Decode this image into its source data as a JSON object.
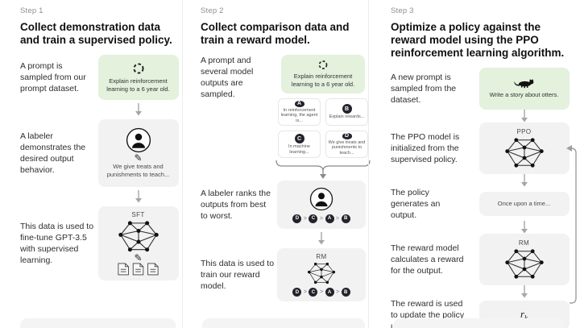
{
  "colors": {
    "prompt_box_green": "#e3f1dd",
    "model_box_gray": "#f2f2f2",
    "rank_circle_dark": "#23232b"
  },
  "icons": {
    "pencil_glyph": "✎"
  },
  "step1": {
    "label": "Step 1",
    "title": "Collect demonstration data and train a supervised policy.",
    "prompt_caption": "A prompt is sampled from our prompt dataset.",
    "prompt_text": "Explain reinforcement learning to a 6 year old.",
    "labeler_caption": "A labeler demonstrates the desired output behavior.",
    "labeler_note": "We give treats and punishments to teach...",
    "sft_caption": "This data is used to fine-tune GPT-3.5 with supervised learning.",
    "sft_label": "SFT"
  },
  "step2": {
    "label": "Step 2",
    "title": "Collect comparison data and train a reward model.",
    "prompt_caption": "A prompt and several model outputs are sampled.",
    "prompt_text": "Explain reinforcement learning to a 6 year old.",
    "outputs": [
      {
        "letter": "A",
        "text": "In reinforcement learning, the agent is..."
      },
      {
        "letter": "B",
        "text": "Explain rewards..."
      },
      {
        "letter": "C",
        "text": "In machine learning..."
      },
      {
        "letter": "D",
        "text": "We give treats and punishments to teach..."
      }
    ],
    "rank_caption": "A labeler ranks the outputs from best to worst.",
    "ranking": [
      "D",
      "C",
      "A",
      "B"
    ],
    "rank_separator": ">",
    "rm_caption": "This data is used to train our reward model.",
    "rm_label": "RM"
  },
  "step3": {
    "label": "Step 3",
    "title": "Optimize a policy against the reward model using the PPO reinforcement learning algorithm.",
    "prompt_caption": "A new prompt is sampled from the dataset.",
    "prompt_text": "Write a story about otters.",
    "ppo_caption": "The PPO model is initialized from the supervised policy.",
    "ppo_label": "PPO",
    "output_caption": "The policy generates an output.",
    "output_text": "Once upon a time...",
    "reward_caption": "The reward model calculates a reward for the output.",
    "rm_label": "RM",
    "update_caption": "The reward is used to update the policy using PPO.",
    "reward_symbol": "r",
    "reward_subscript": "k"
  }
}
